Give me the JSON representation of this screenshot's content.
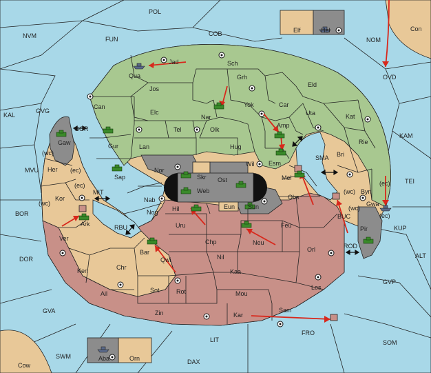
{
  "regions": {
    "POL": "POL",
    "NVM": "NVM",
    "FUN": "FUN",
    "COB": "COB",
    "NOM": "NOM",
    "Con": "Con",
    "OVD": "OVD",
    "KAL": "KAL",
    "GVG": "GVG",
    "KAM": "KAM",
    "MVU": "MVU",
    "TEI": "TEI",
    "BOR": "BOR",
    "KUP": "KUP",
    "DOR": "DOR",
    "ALT": "ALT",
    "GVP": "GVP",
    "GVA": "GVA",
    "SOM": "SOM",
    "LIT": "LIT",
    "FRO": "FRO",
    "SWM": "SWM",
    "DAX": "DAX",
    "Cow": "Cow",
    "Elf": "Elf",
    "Hel": "Hel",
    "Aba": "Aba",
    "Orn": "Orn",
    "Jad": "Jad",
    "Sch": "Sch",
    "Qua": "Qua",
    "Jos": "Jos",
    "Grh": "Grh",
    "Eld": "Eld",
    "Can": "Can",
    "Elc": "Elc",
    "Nar": "Nar",
    "Yok": "Yok",
    "Car": "Car",
    "Uta": "Uta",
    "Kat": "Kat",
    "Gur": "Gur",
    "Tel": "Tel",
    "Olk": "Olk",
    "Amp": "Amp",
    "Rie": "Rie",
    "Lan": "Lan",
    "Hug": "Hug",
    "Bri": "Bri",
    "Esm": "Esm",
    "Sap": "Sap",
    "Nor": "Nor",
    "Wil": "Wil",
    "SMA": "SMA",
    "Byn": "Byn",
    "Skr": "Skr",
    "Ost": "Ost",
    "Web": "Web",
    "Mel": "Mel",
    "Gaw": "Gaw",
    "GOR": "GOR",
    "Her": "Her",
    "Kor": "Kor",
    "Ark": "Ark",
    "MIT": "MIT",
    "Nab": "Nab",
    "Eun": "Eun",
    "Sun": "Sun",
    "Obs": "Obs",
    "BUC": "BUC",
    "Gwa": "Gwa",
    "Pir": "Pir",
    "RBU": "RBU",
    "Nog": "Nog",
    "Hil": "Hil",
    "Uru": "Uru",
    "Feu": "Feu",
    "Ver": "Ver",
    "Chp": "Chp",
    "Neu": "Neu",
    "Orl": "Orl",
    "ROD": "ROD",
    "Bar": "Bar",
    "Qwi": "Qwi",
    "Nil": "Nil",
    "Ken": "Ken",
    "Chr": "Chr",
    "Kaa": "Kaa",
    "Los": "Los",
    "Ail": "Ail",
    "Sot": "Sot",
    "Rot": "Rot",
    "Mou": "Mou",
    "Zin": "Zin",
    "Kar": "Kar",
    "Sam": "Sam"
  },
  "coast_labels": {
    "wc1": "(wc)",
    "ec1": "(ec)",
    "ec2": "(ec)",
    "wc2": "(wc)",
    "ec3": "(ec)",
    "wc3": "(wc)",
    "wc4": "(wc)",
    "ec4": "(ec)"
  },
  "colors": {
    "water": "#a8d8e8",
    "green": "#a8c890",
    "tan": "#e8c898",
    "red": "#c89088",
    "gray": "#8c8c8c",
    "arrow": "#d8281c"
  }
}
